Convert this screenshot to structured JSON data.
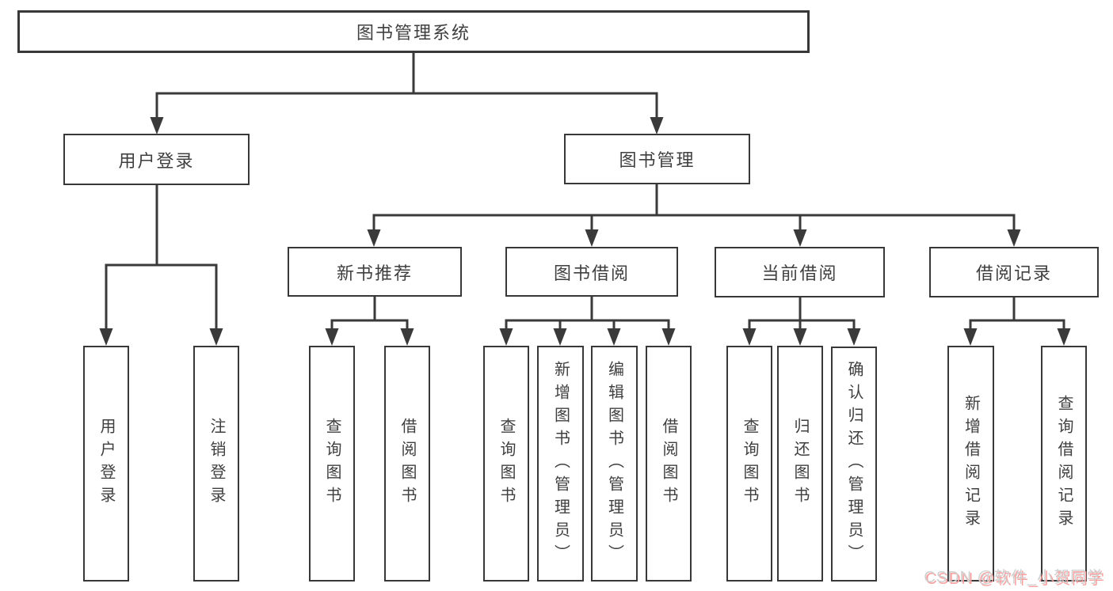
{
  "diagram": {
    "type": "hierarchy-tree",
    "colors": {
      "line": "#3a3a3a",
      "box_border": "#383838",
      "box_fill": "#ffffff",
      "text": "#3f3f3f",
      "background": "#ffffff",
      "watermark_fill": "#cfcfcf",
      "watermark_shadow": "#fb9e9e"
    }
  },
  "tree": {
    "label": "图书管理系统",
    "children": [
      {
        "label": "用户登录",
        "children": [
          {
            "label": "用户登录"
          },
          {
            "label": "注销登录"
          }
        ]
      },
      {
        "label": "图书管理",
        "children": [
          {
            "label": "新书推荐",
            "children": [
              {
                "label": "查询图书"
              },
              {
                "label": "借阅图书"
              }
            ]
          },
          {
            "label": "图书借阅",
            "children": [
              {
                "label": "查询图书"
              },
              {
                "label": "新增图书（管理员）"
              },
              {
                "label": "编辑图书（管理员）"
              },
              {
                "label": "借阅图书"
              }
            ]
          },
          {
            "label": "当前借阅",
            "children": [
              {
                "label": "查询图书"
              },
              {
                "label": "归还图书"
              },
              {
                "label": "确认归还（管理员）"
              }
            ]
          },
          {
            "label": "借阅记录",
            "children": [
              {
                "label": "新增借阅记录"
              },
              {
                "label": "查询借阅记录"
              }
            ]
          }
        ]
      }
    ]
  },
  "watermark": {
    "text": "CSDN @软件_小贺同学"
  }
}
